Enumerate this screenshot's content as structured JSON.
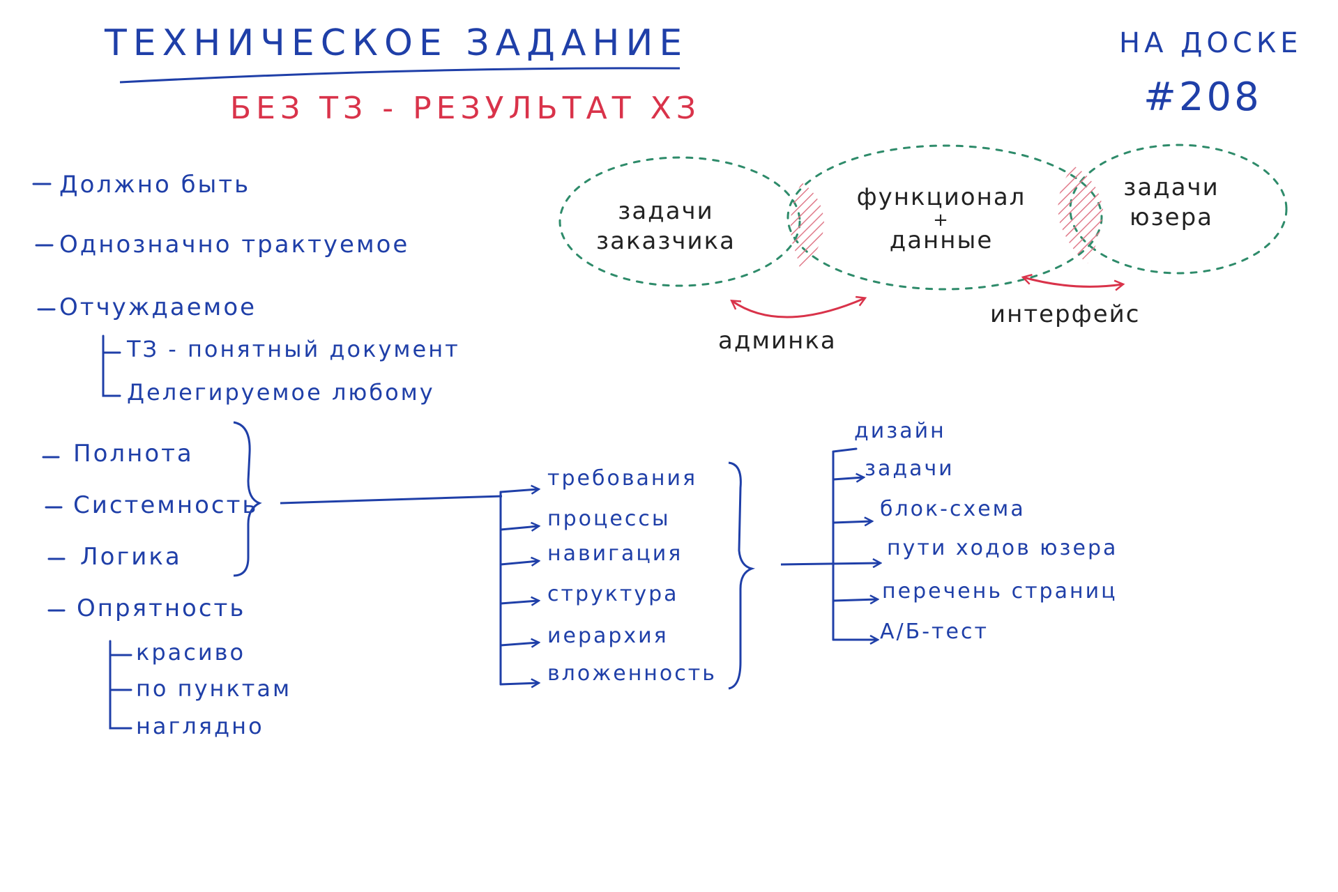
{
  "header": {
    "title": "ТЕХНИЧЕСКОЕ ЗАДАНИЕ",
    "subtitle": "БЕЗ ТЗ - РЕЗУЛЬТАТ ХЗ",
    "corner": "НА ДОСКЕ",
    "issue": "#208"
  },
  "requirements": {
    "must_be": "Должно быть",
    "unambiguous": "Однозначно трактуемое",
    "alienated": "Отчуждаемое",
    "alienated_sub": [
      "ТЗ - понятный документ",
      "Делегируемое любому"
    ]
  },
  "qualities": {
    "items": [
      "Полнота",
      "Системность",
      "Логика"
    ],
    "neatness": "Опрятность",
    "neatness_sub": [
      "красиво",
      "по пунктам",
      "наглядно"
    ]
  },
  "middle_list": {
    "items": [
      "требования",
      "процессы",
      "навигация",
      "структура",
      "иерархия",
      "вложенность"
    ]
  },
  "right_list": {
    "items": [
      "дизайн",
      "задачи",
      "блок-схема",
      "пути ходов юзера",
      "перечень страниц",
      "А/Б-тест"
    ]
  },
  "venn": {
    "left": "задачи заказчика",
    "center_top": "функционал",
    "center_plus": "+",
    "center_bottom": "данные",
    "right": "задачи юзера",
    "arrow_left_label": "админка",
    "arrow_right_label": "интерфейс"
  },
  "colors": {
    "marker_blue": "#1f3fa8",
    "marker_red": "#d9334a",
    "marker_green": "#2e8b6a",
    "marker_black": "#222222"
  }
}
